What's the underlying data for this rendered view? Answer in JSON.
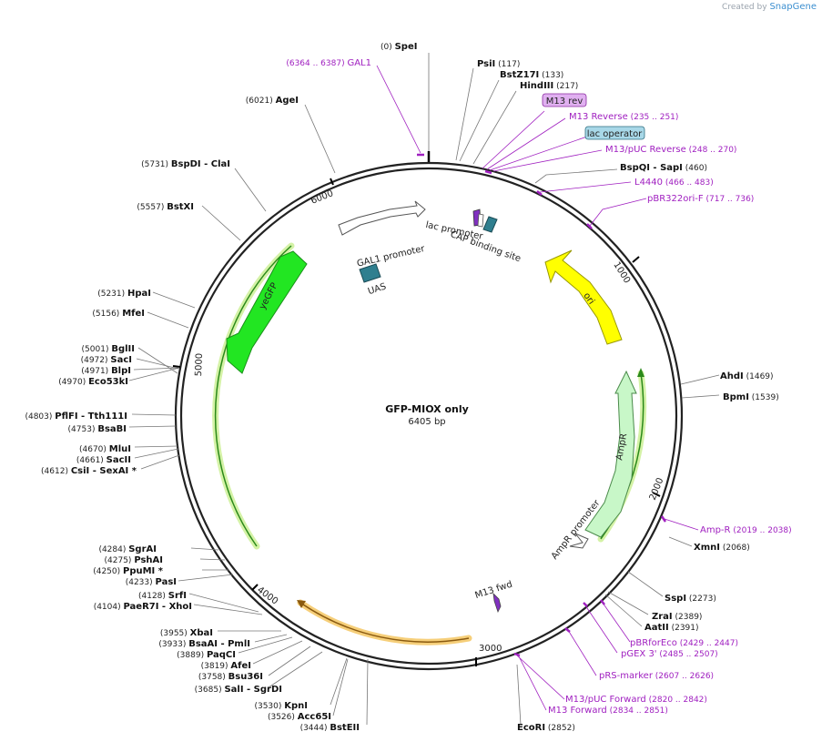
{
  "credit": {
    "prefix": "Created by",
    "brand": "SnapGene"
  },
  "plasmid": {
    "name": "GFP-MIOX only",
    "length": "6405 bp"
  },
  "ticks": [
    "1000",
    "2000",
    "3000",
    "4000",
    "5000",
    "6000"
  ],
  "sites": [
    {
      "num": "(0)",
      "name": "SpeI"
    },
    {
      "num": "(117)",
      "name": "PsiI"
    },
    {
      "num": "(133)",
      "name": "BstZ17I"
    },
    {
      "num": "(217)",
      "name": "HindIII"
    },
    {
      "num": "(460)",
      "name": "BspQI   - SapI"
    },
    {
      "num": "(1469)",
      "name": "AhdI"
    },
    {
      "num": "(1539)",
      "name": "BpmI"
    },
    {
      "num": "(2068)",
      "name": "XmnI"
    },
    {
      "num": "(2273)",
      "name": "SspI"
    },
    {
      "num": "(2389)",
      "name": "ZraI"
    },
    {
      "num": "(2391)",
      "name": "AatII"
    },
    {
      "num": "(2852)",
      "name": "EcoRI"
    },
    {
      "num": "(3444)",
      "name": "BstEII"
    },
    {
      "num": "(3526)",
      "name": "Acc65I"
    },
    {
      "num": "(3530)",
      "name": "KpnI"
    },
    {
      "num": "(3685)",
      "name": "SalI   - SgrDI"
    },
    {
      "num": "(3758)",
      "name": "Bsu36I"
    },
    {
      "num": "(3819)",
      "name": "AfeI"
    },
    {
      "num": "(3889)",
      "name": "PaqCI"
    },
    {
      "num": "(3933)",
      "name": "BsaAI   - PmlI"
    },
    {
      "num": "(3955)",
      "name": "XbaI"
    },
    {
      "num": "(4104)",
      "name": "PaeR7I   - XhoI"
    },
    {
      "num": "(4128)",
      "name": "SrfI"
    },
    {
      "num": "(4233)",
      "name": "PasI"
    },
    {
      "num": "(4250)",
      "name": "PpuMI *"
    },
    {
      "num": "(4275)",
      "name": "PshAI"
    },
    {
      "num": "(4284)",
      "name": "SgrAI"
    },
    {
      "num": "(4612)",
      "name": "CsiI   - SexAI *"
    },
    {
      "num": "(4661)",
      "name": "SacII"
    },
    {
      "num": "(4670)",
      "name": "MluI"
    },
    {
      "num": "(4753)",
      "name": "BsaBI"
    },
    {
      "num": "(4803)",
      "name": "PflFI   - Tth111I"
    },
    {
      "num": "(4970)",
      "name": "Eco53kI"
    },
    {
      "num": "(4971)",
      "name": "BlpI"
    },
    {
      "num": "(4972)",
      "name": "SacI"
    },
    {
      "num": "(5001)",
      "name": "BglII"
    },
    {
      "num": "(5156)",
      "name": "MfeI"
    },
    {
      "num": "(5231)",
      "name": "HpaI"
    },
    {
      "num": "(5557)",
      "name": "BstXI"
    },
    {
      "num": "(5731)",
      "name": "BspDI   - ClaI"
    },
    {
      "num": "(6021)",
      "name": "AgeI"
    }
  ],
  "primers": [
    {
      "name": "GAL1",
      "range": "(6364 .. 6387)"
    },
    {
      "name": "M13 Reverse",
      "range": "(235 .. 251)"
    },
    {
      "name": "M13/pUC Reverse",
      "range": "(248 .. 270)"
    },
    {
      "name": "L4440",
      "range": "(466 .. 483)"
    },
    {
      "name": "pBR322ori-F",
      "range": "(717 .. 736)"
    },
    {
      "name": "Amp-R",
      "range": "(2019 .. 2038)"
    },
    {
      "name": "pBRforEco",
      "range": "(2429 .. 2447)"
    },
    {
      "name": "pGEX 3'",
      "range": "(2485 .. 2507)"
    },
    {
      "name": "pRS-marker",
      "range": "(2607 .. 2626)"
    },
    {
      "name": "M13/pUC Forward",
      "range": "(2820 .. 2842)"
    },
    {
      "name": "M13 Forward",
      "range": "(2834 .. 2851)"
    }
  ],
  "features": {
    "m13rev_box": "M13 rev",
    "lac_operator_box": "lac operator",
    "gal1_promoter": "GAL1 promoter",
    "lac_promoter": "lac promoter",
    "cap_site": "CAP binding site",
    "uas": "UAS",
    "yegfp": "yeGFP",
    "ori": "ori",
    "ampr": "AmpR",
    "ampr_promoter": "AmpR promoter",
    "m13fwd": "M13 fwd"
  },
  "colors": {
    "primer": "#a020c0",
    "yegfp": "#22e622",
    "ori": "#ffff00",
    "ampr": "#c8f7c8",
    "uas": "#2f7f8f",
    "highlight_green": "#c8f09a",
    "highlight_orange": "#f5c96a"
  }
}
